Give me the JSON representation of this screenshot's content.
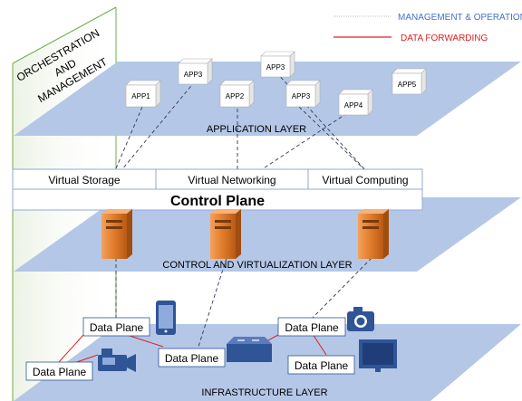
{
  "legend": {
    "management": "MANAGEMENT & OPERATION",
    "forwarding": "DATA FORWARDING",
    "management_color": "#4472c4",
    "forwarding_color": "#e02020"
  },
  "orchestration": {
    "line1": "ORCHESTRATION",
    "line2": "AND",
    "line3": "MANAGEMENT"
  },
  "layers": {
    "application": "APPLICATION  LAYER",
    "control_virtualization": "CONTROL AND VIRTUALIZATION  LAYER",
    "infrastructure": "INFRASTRUCTURE LAYER"
  },
  "apps": [
    "APP1",
    "APP3",
    "APP2",
    "APP3",
    "APP3",
    "APP4",
    "APP5"
  ],
  "virtual": {
    "storage": "Virtual Storage",
    "networking": "Virtual Networking",
    "computing": "Virtual Computing"
  },
  "control_plane": "Control Plane",
  "data_planes": [
    "Data Plane",
    "Data Plane",
    "Data Plane",
    "Data Plane",
    "Data Plane"
  ],
  "colors": {
    "layer_fill": "#b4c7e7",
    "device": "#2f5597",
    "server": "#e07b2a",
    "orchestration_line": "#70ad47"
  }
}
